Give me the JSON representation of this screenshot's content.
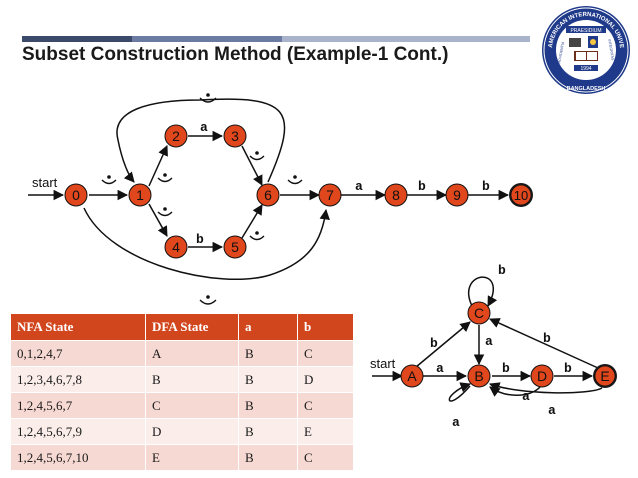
{
  "slide": {
    "title": "Subset Construction Method (Example-1 Cont.)"
  },
  "logo": {
    "arc_text": "AMERICAN INTERNATIONAL UNIVERSITY - BANGLADESH",
    "motto": "PRAESIDIUM",
    "year": "1994",
    "left_word": "PROVIDENTIA",
    "right_word": "INTEGRITAS"
  },
  "nfa": {
    "start_label": "start",
    "states": [
      "0",
      "1",
      "2",
      "3",
      "4",
      "5",
      "6",
      "7",
      "8",
      "9",
      "10"
    ],
    "edge_labels": {
      "2_3": "a",
      "4_5": "b",
      "7_8": "a",
      "8_9": "b",
      "9_10": "b"
    }
  },
  "table": {
    "headers": [
      "NFA State",
      "DFA State",
      "a",
      "b"
    ],
    "rows": [
      [
        "0,1,2,4,7",
        "A",
        "B",
        "C"
      ],
      [
        "1,2,3,4,6,7,8",
        "B",
        "B",
        "D"
      ],
      [
        "1,2,4,5,6,7",
        "C",
        "B",
        "C"
      ],
      [
        "1,2,4,5,6,7,9",
        "D",
        "B",
        "E"
      ],
      [
        "1,2,4,5,6,7,10",
        "E",
        "B",
        "C"
      ]
    ]
  },
  "dfa": {
    "start_label": "start",
    "states": [
      "A",
      "B",
      "C",
      "D",
      "E"
    ],
    "edge_labels": {
      "C_loop": "b",
      "A_C": "b",
      "C_B": "a",
      "E_C": "b",
      "A_B": "a",
      "B_D": "b",
      "D_E": "b",
      "B_loop": "a",
      "D_B": "a",
      "E_B": "a"
    }
  },
  "colors": {
    "state_fill": "#e0471c",
    "final_fill": "#1a1a1a",
    "table_header": "#d2461e",
    "row_odd": "#f6d9d2",
    "row_even": "#fbeeea",
    "bar_dark": "#3b4a6b",
    "bar_mid": "#6b7ba1",
    "bar_light": "#aab3cc"
  }
}
